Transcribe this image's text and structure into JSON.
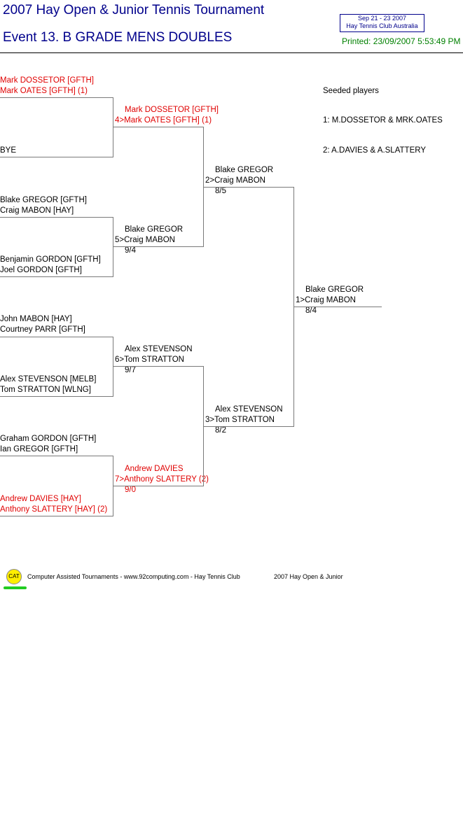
{
  "header": {
    "title": "2007 Hay Open & Junior Tennis Tournament",
    "event": "Event 13. B GRADE MENS DOUBLES",
    "info_dates": "Sep 21 - 23 2007",
    "info_location": "Hay Tennis Club    Australia",
    "printed": "Printed: 23/09/2007 5:53:49 PM"
  },
  "round1": [
    {
      "line1": "Mark DOSSETOR [GFTH]",
      "line2": "Mark OATES [GFTH] (1)"
    },
    {
      "line1": "",
      "line2": "BYE"
    },
    {
      "line1": "Blake GREGOR [GFTH]",
      "line2": "Craig MABON [HAY]"
    },
    {
      "line1": "Benjamin GORDON [GFTH]",
      "line2": "Joel GORDON [GFTH]"
    },
    {
      "line1": "John MABON [HAY]",
      "line2": "Courtney PARR [GFTH]"
    },
    {
      "line1": "Alex STEVENSON [MELB]",
      "line2": "Tom STRATTON [WLNG]"
    },
    {
      "line1": "Graham GORDON [GFTH]",
      "line2": "Ian GREGOR [GFTH]"
    },
    {
      "line1": "Andrew DAVIES [HAY]",
      "line2": "Anthony SLATTERY [HAY] (2)"
    }
  ],
  "round2": [
    {
      "line1": "Mark DOSSETOR [GFTH]",
      "line2": "4>Mark OATES [GFTH] (1)",
      "score": ""
    },
    {
      "line1": "Blake GREGOR",
      "line2": "5>Craig MABON",
      "score": "9/4"
    },
    {
      "line1": "Alex STEVENSON",
      "line2": "6>Tom STRATTON",
      "score": "9/7"
    },
    {
      "line1": "Andrew DAVIES",
      "line2": "7>Anthony SLATTERY (2)",
      "score": "9/0"
    }
  ],
  "round3": [
    {
      "line1": "Blake GREGOR",
      "line2": "2>Craig MABON",
      "score": "8/5"
    },
    {
      "line1": "Alex STEVENSON",
      "line2": "3>Tom STRATTON",
      "score": "8/2"
    }
  ],
  "final": {
    "line1": "Blake GREGOR",
    "line2": "1>Craig MABON",
    "score": "8/4"
  },
  "seeds": {
    "heading": "Seeded players",
    "items": [
      "1: M.DOSSETOR & MRK.OATES",
      "2: A.DAVIES & A.SLATTERY"
    ]
  },
  "footer": {
    "logo": "CAT",
    "left": "Computer Assisted Tournaments - www.92computing.com -  Hay Tennis Club",
    "right": "2007 Hay Open & Junior"
  },
  "colors": {
    "title": "#00008b",
    "seed_text": "#e00000",
    "printed": "#008000"
  }
}
